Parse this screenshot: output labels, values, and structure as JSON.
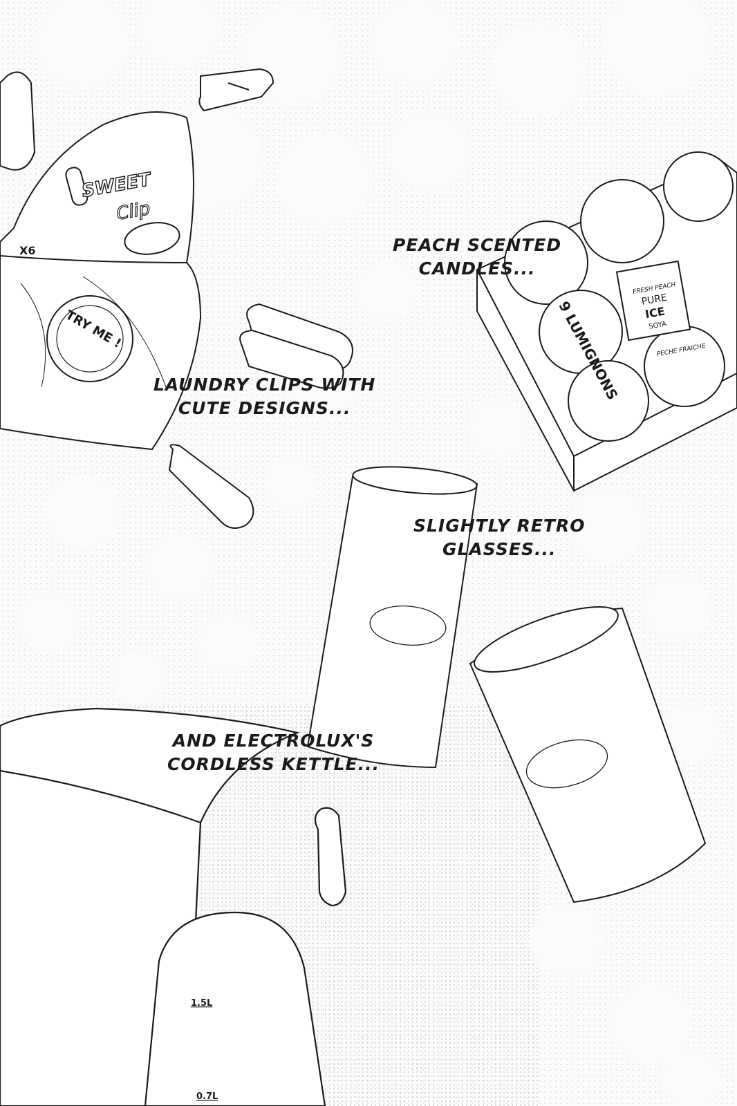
{
  "captions": {
    "candles": [
      "PEACH SCENTED",
      "CANDLES..."
    ],
    "clips": [
      "LAUNDRY CLIPS WITH",
      "CUTE DESIGNS..."
    ],
    "glasses": [
      "SLIGHTLY RETRO",
      "GLASSES..."
    ],
    "kettle": [
      "AND ELECTROLUX'S",
      "CORDLESS KETTLE..."
    ]
  },
  "package_labels": {
    "brand_line1": "SWEET",
    "brand_line2": "Clip",
    "count": "X6",
    "badge": "TRY ME !",
    "candle_box": "9 LUMIGNONS",
    "candle_label_1": "FRESH PEACH",
    "candle_label_2": "PURE",
    "candle_label_3": "ICE",
    "candle_label_4": "SOYA",
    "candle_label_5": "PECHE FRAICHE",
    "kettle_mark_high": "1.5L",
    "kettle_mark_low": "0.7L"
  },
  "colors": {
    "ink": "#1a1a1a",
    "screentone": "#c8c8c8",
    "paper": "#fbfbfb"
  }
}
